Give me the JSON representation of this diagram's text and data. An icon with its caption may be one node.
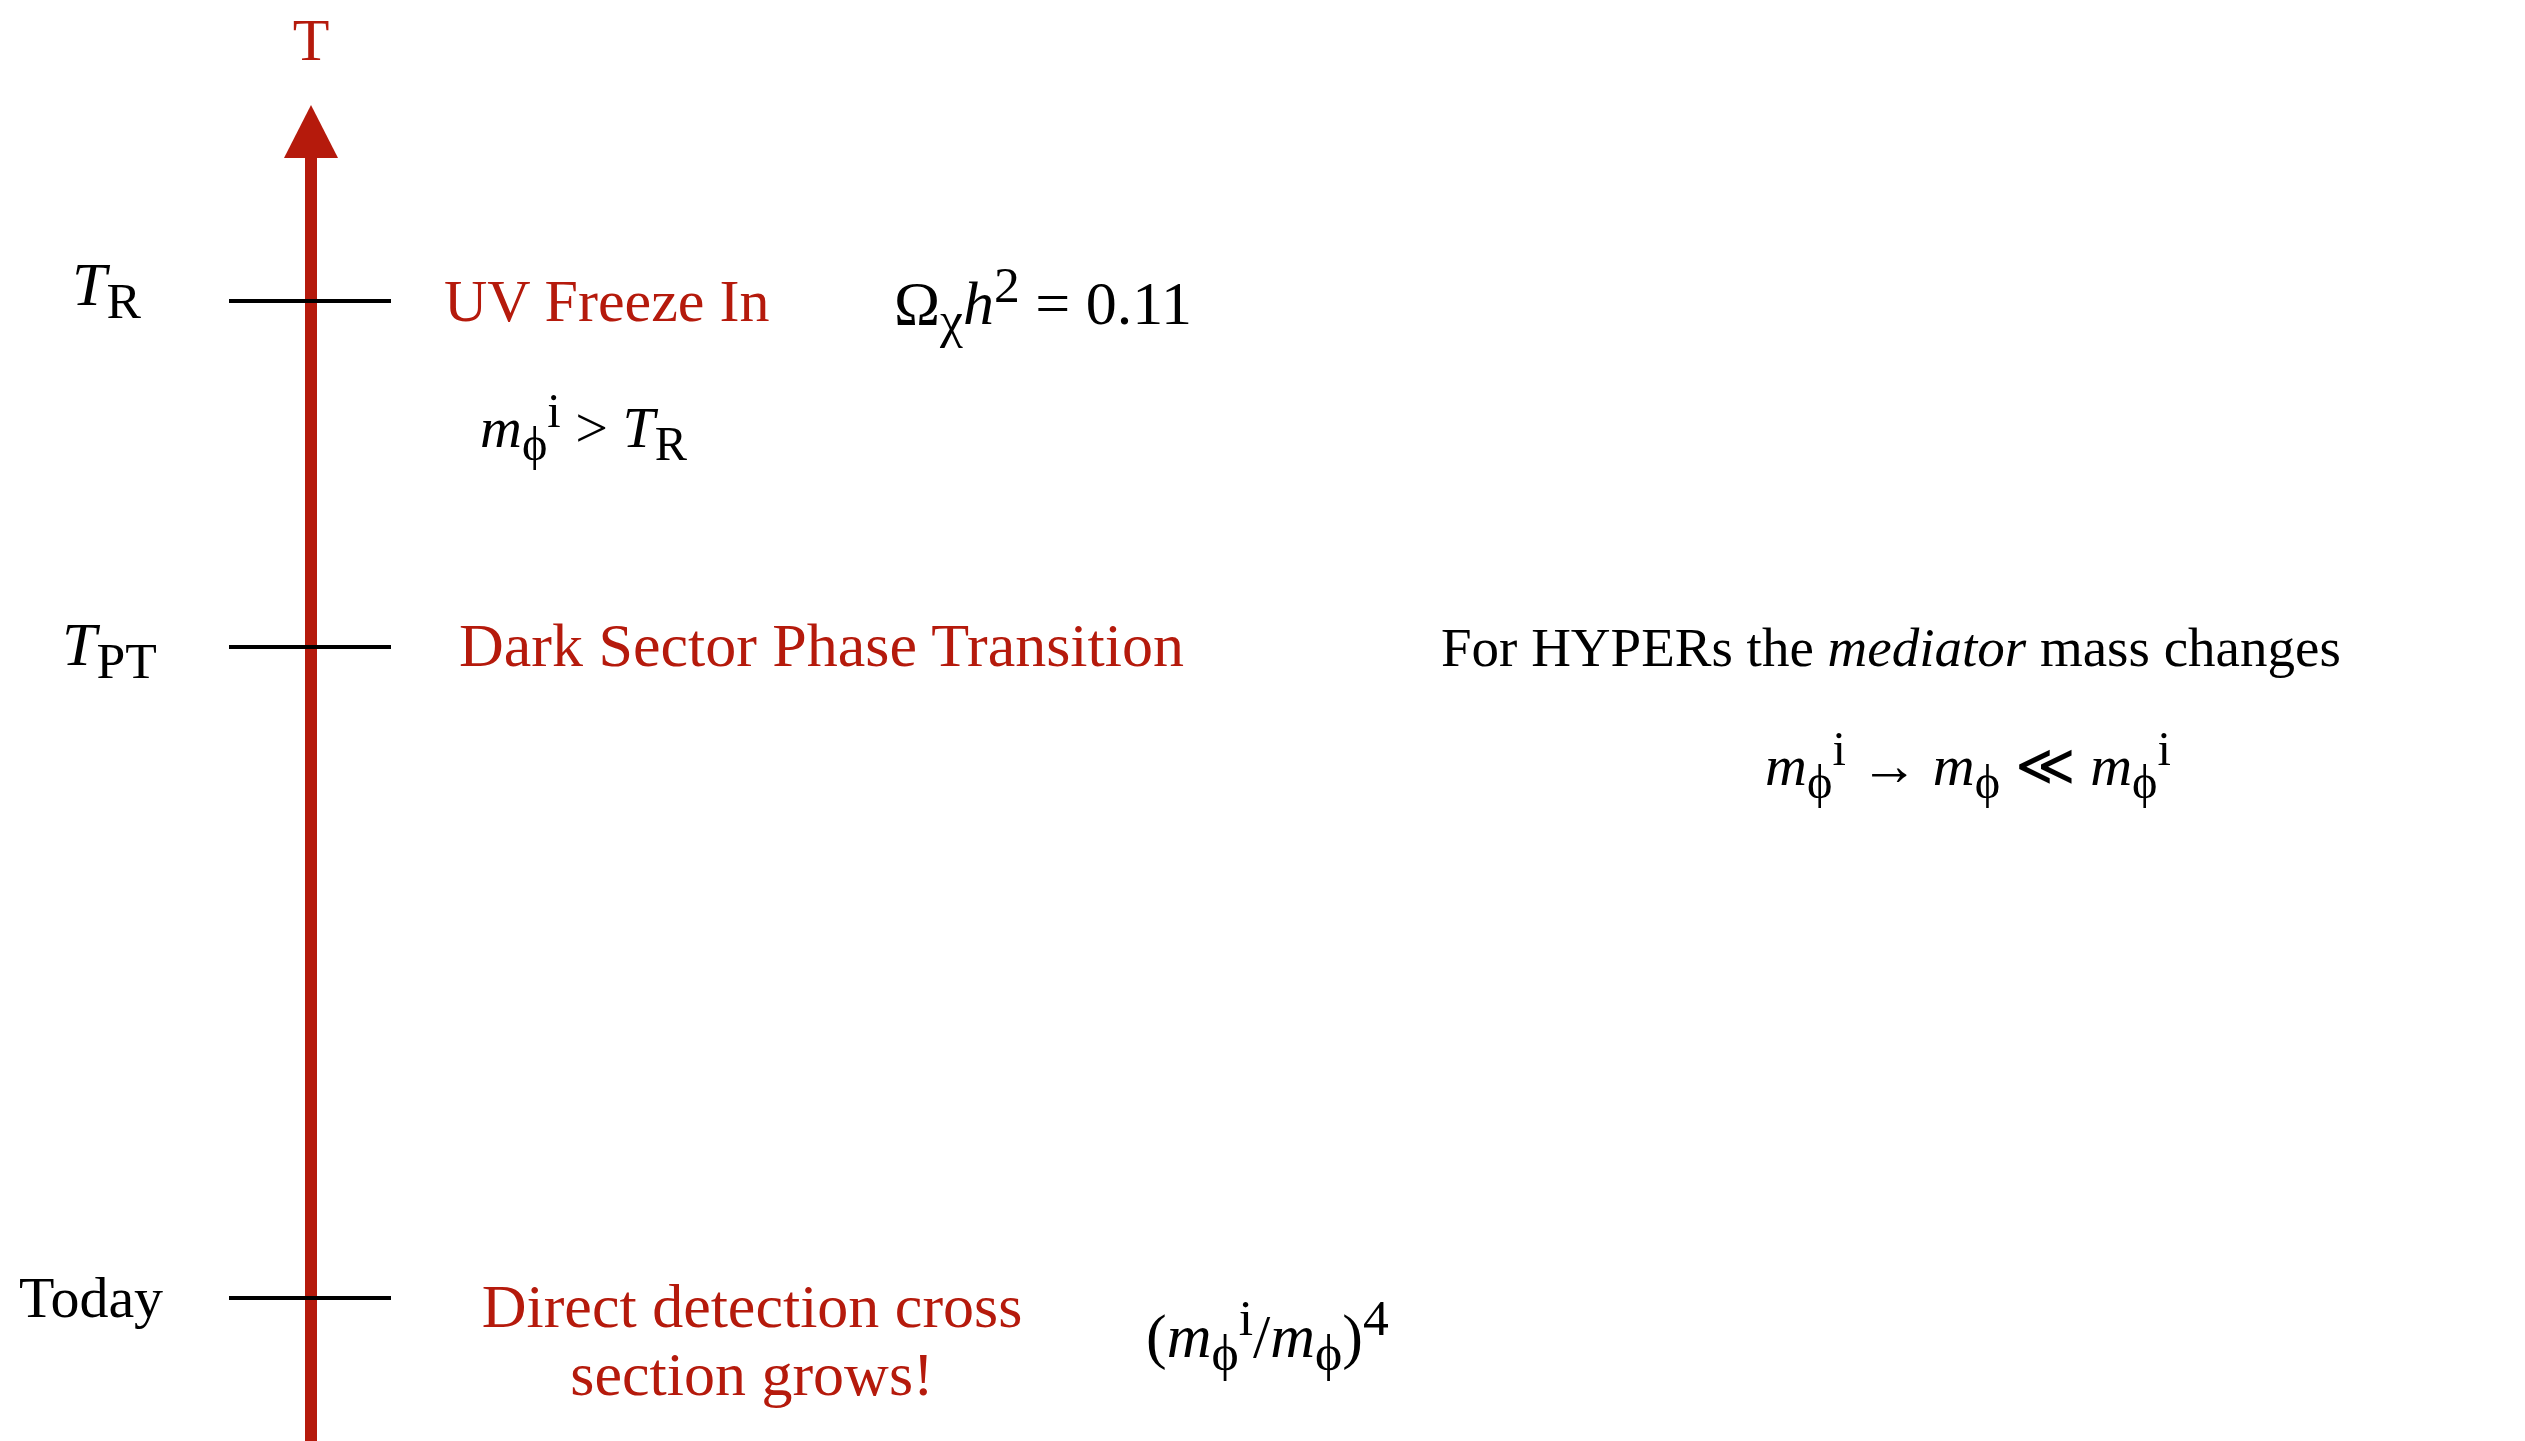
{
  "diagram": {
    "labels": [
      "T",
      "*T*$_{R}$",
      "UV Freeze In",
      "Ω$_{χ}$*h*$^{2}$ = 0.11",
      "*m*$_{ϕ}$$^{i}$ > *T*$_{R}$",
      "*T*$_{PT}$",
      "Dark Sector Phase Transition",
      "For HYPERs the *mediator* mass changes",
      "*m*$_{ϕ}$$^{i}$ → *m*$_{ϕ}$ ≪ *m*$_{ϕ}$$^{i}$",
      "Today",
      "Direct detection cross section grows!",
      "(*m*$_{ϕ}$$^{i}$/*m*$_{ϕ}$)$^{4}$"
    ]
  }
}
